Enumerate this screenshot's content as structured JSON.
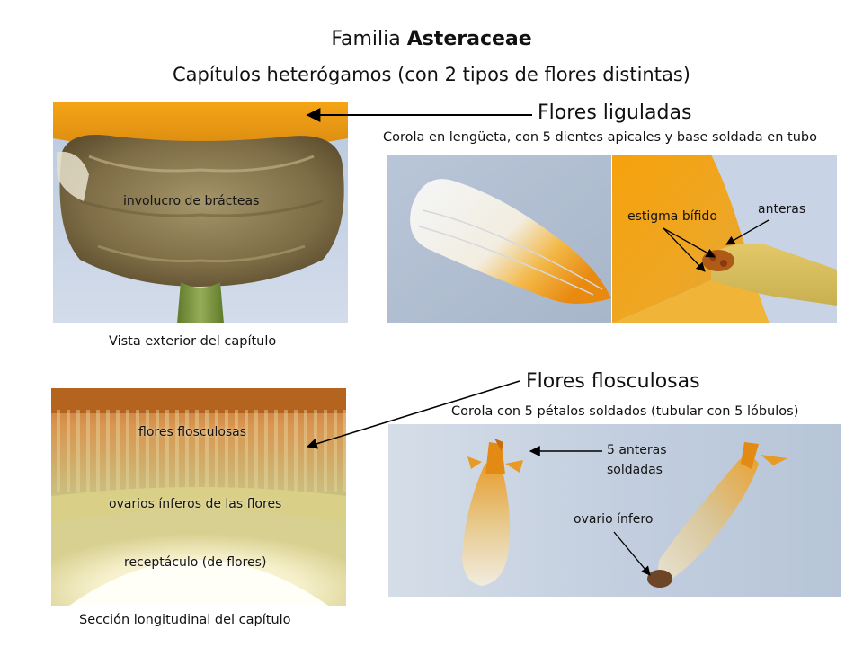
{
  "header": {
    "title_prefix": "Familia ",
    "title_family": "Asteraceae",
    "subtitle": "Capítulos heterógamos (con 2 tipos de flores distintas)"
  },
  "ligulate": {
    "heading": "Flores liguladas",
    "description": "Corola en lengüeta, con 5 dientes apicales y base soldada en tubo",
    "labels": {
      "stigma": "estigma bífido",
      "anthers": "anteras"
    }
  },
  "tubular": {
    "heading": "Flores flosculosas",
    "description": "Corola con 5 pétalos soldados (tubular con 5 lóbulos)",
    "labels": {
      "anthers_line1": "5 anteras",
      "anthers_line2": "soldadas",
      "ovary": "ovario ínfero"
    }
  },
  "exterior_view": {
    "caption": "Vista exterior del capítulo",
    "labels": {
      "involucre": "involucro de brácteas"
    }
  },
  "longitudinal_section": {
    "caption": "Sección longitudinal del capítulo",
    "labels": {
      "florets": "flores flosculosas",
      "ovaries": "ovarios ínferos de las flores",
      "receptacle": "receptáculo (de flores)"
    }
  },
  "colors": {
    "orange_petal": "#f0a020",
    "background_blue": "#c8d4e6",
    "bract_brown": "#8a7a50",
    "stem_green": "#7a9040"
  }
}
